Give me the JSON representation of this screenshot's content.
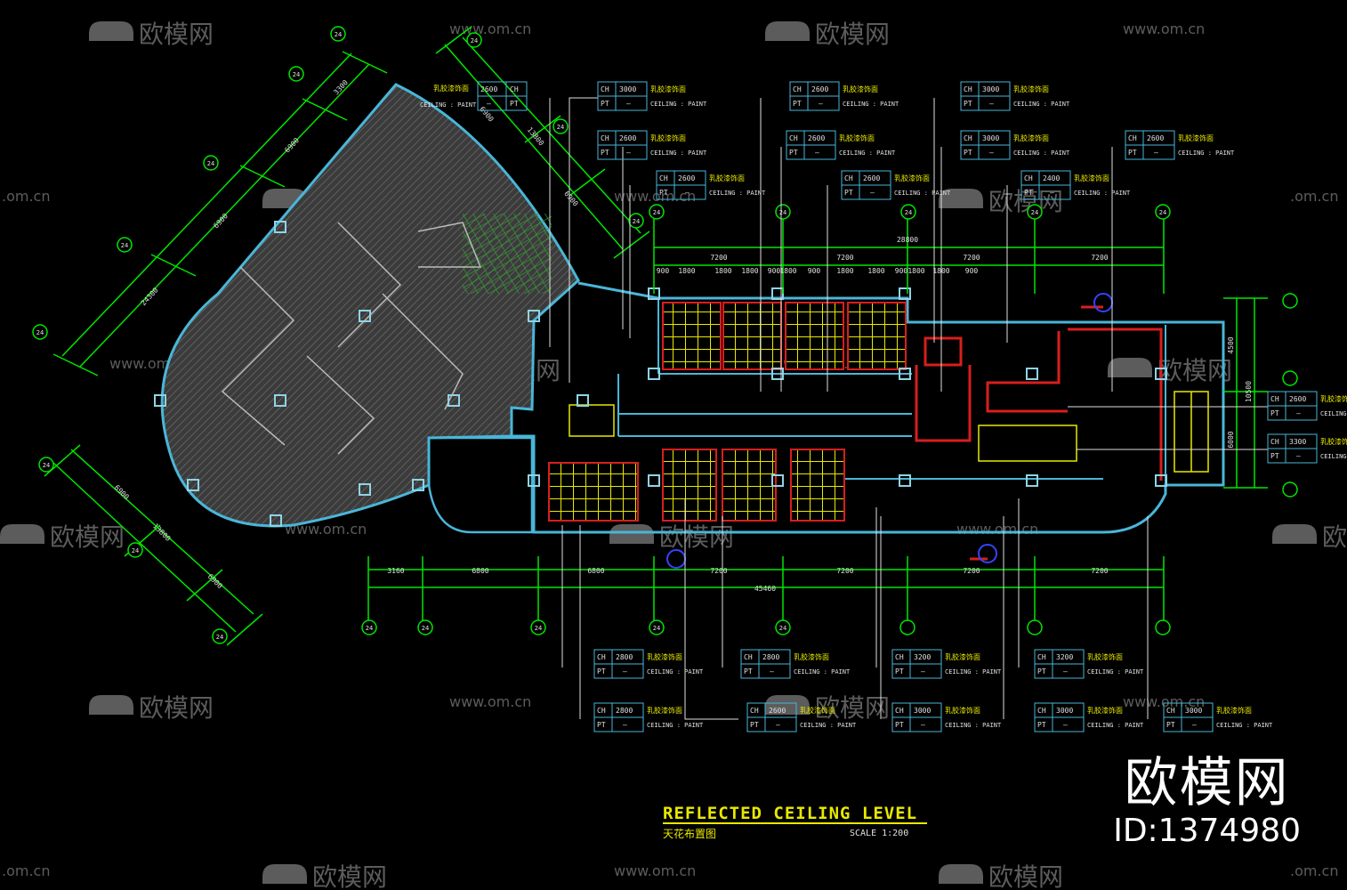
{
  "colors": {
    "background": "#000000",
    "dimension": "#00e600",
    "outline": "#49b6d8",
    "yellow": "#e8e800",
    "red": "#d81e1e",
    "white": "#e0e0e0",
    "hatch": "#6e6e6e",
    "watermark": "#5c5c5c"
  },
  "title": {
    "main": "REFLECTED CEILING LEVEL",
    "chinese": "天花布置图",
    "scale": "SCALE 1:200"
  },
  "watermarks": {
    "logo": "欧模网",
    "url": "www.om.cn",
    "url_short": ".om.cn"
  },
  "id_block": {
    "logo": "欧模网",
    "id": "ID:1374980"
  },
  "dimensions": {
    "top_total": "28800",
    "top_spans": [
      "7200",
      "7200",
      "7200",
      "7200"
    ],
    "top_sub": [
      "900",
      "1800",
      "1800",
      "1800",
      "900",
      "1800",
      "900",
      "1800",
      "1800",
      "900",
      "1800",
      "1800",
      "900"
    ],
    "bottom_total": "45460",
    "bottom_spans": [
      "3160",
      "6800",
      "6800",
      "7200",
      "7200",
      "7200",
      "7200"
    ],
    "right": [
      "4500",
      "10500",
      "6000"
    ],
    "diag_upper": [
      "3300",
      "6900",
      "6900",
      "24300"
    ],
    "diag_side": [
      "6900",
      "13800",
      "6900"
    ],
    "diag_lower": [
      "6900",
      "13800",
      "6900"
    ]
  },
  "grid_bubbles": [
    "24",
    "24",
    "24",
    "24",
    "24",
    "24",
    "24",
    "24",
    "24",
    "24",
    "24",
    "24",
    "24",
    "24",
    "24",
    "24",
    "24",
    "24",
    "24",
    "24",
    "24"
  ],
  "ceiling_tags": [
    {
      "ch": "2600",
      "cn": "乳胶漆饰面",
      "finish": "CEILING : PAINT"
    },
    {
      "ch": "3000",
      "cn": "乳胶漆饰面",
      "finish": "CEILING : PAINT"
    },
    {
      "ch": "2600",
      "cn": "乳胶漆饰面",
      "finish": "CEILING : PAINT"
    },
    {
      "ch": "3000",
      "cn": "乳胶漆饰面",
      "finish": "CEILING : PAINT"
    },
    {
      "ch": "2600",
      "cn": "乳胶漆饰面",
      "finish": "CEILING : PAINT"
    },
    {
      "ch": "2600",
      "cn": "乳胶漆饰面",
      "finish": "CEILING : PAINT"
    },
    {
      "ch": "2600",
      "cn": "乳胶漆饰面",
      "finish": "CEILING : PAINT"
    },
    {
      "ch": "3000",
      "cn": "乳胶漆饰面",
      "finish": "CEILING : PAINT"
    },
    {
      "ch": "2600",
      "cn": "乳胶漆饰面",
      "finish": "CEILING : PAINT"
    },
    {
      "ch": "2400",
      "cn": "乳胶漆饰面",
      "finish": "CEILING : PAINT"
    },
    {
      "ch": "2600",
      "cn": "乳胶漆饰面",
      "finish": "CEILING : PAINT"
    },
    {
      "ch": "2600",
      "cn": "乳胶漆饰面",
      "finish": "CEILING"
    },
    {
      "ch": "3300",
      "cn": "乳胶漆饰面",
      "finish": "CEILING"
    },
    {
      "ch": "2800",
      "cn": "乳胶漆饰面",
      "finish": "CEILING : PAINT"
    },
    {
      "ch": "2800",
      "cn": "乳胶漆饰面",
      "finish": "CEILING : PAINT"
    },
    {
      "ch": "3200",
      "cn": "乳胶漆饰面",
      "finish": "CEILING : PAINT"
    },
    {
      "ch": "3200",
      "cn": "乳胶漆饰面",
      "finish": "CEILING : PAINT"
    },
    {
      "ch": "2800",
      "cn": "乳胶漆饰面",
      "finish": "CEILING : PAINT"
    },
    {
      "ch": "2600",
      "cn": "乳胶漆饰面",
      "finish": "CEILING : PAINT"
    },
    {
      "ch": "3000",
      "cn": "乳胶漆饰面",
      "finish": "CEILING : PAINT"
    },
    {
      "ch": "3000",
      "cn": "乳胶漆饰面",
      "finish": "CEILING : PAINT"
    },
    {
      "ch": "3000",
      "cn": "乳胶漆饰面",
      "finish": "CEILING : PAINT"
    }
  ],
  "tag_labels": {
    "ch": "CH",
    "pt": "PT",
    "dash": "—"
  }
}
